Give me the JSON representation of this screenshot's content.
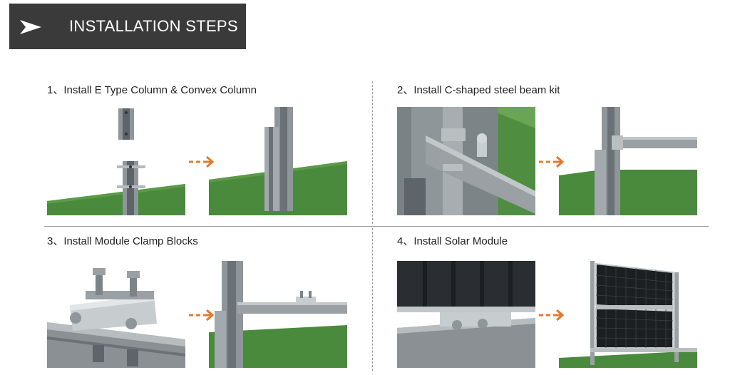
{
  "header": {
    "title": "INSTALLATION STEPS"
  },
  "colors": {
    "header_bg": "#3a3a3a",
    "arrow_orange": "#e8782a",
    "grass": "#4a8a3c",
    "steel": "#9aa0a4"
  },
  "steps": [
    {
      "label": "1、Install E Type Column & Convex Column"
    },
    {
      "label": "2、Install C-shaped steel beam kit"
    },
    {
      "label": "3、Install Module Clamp Blocks"
    },
    {
      "label": "4、Install Solar Module"
    }
  ]
}
